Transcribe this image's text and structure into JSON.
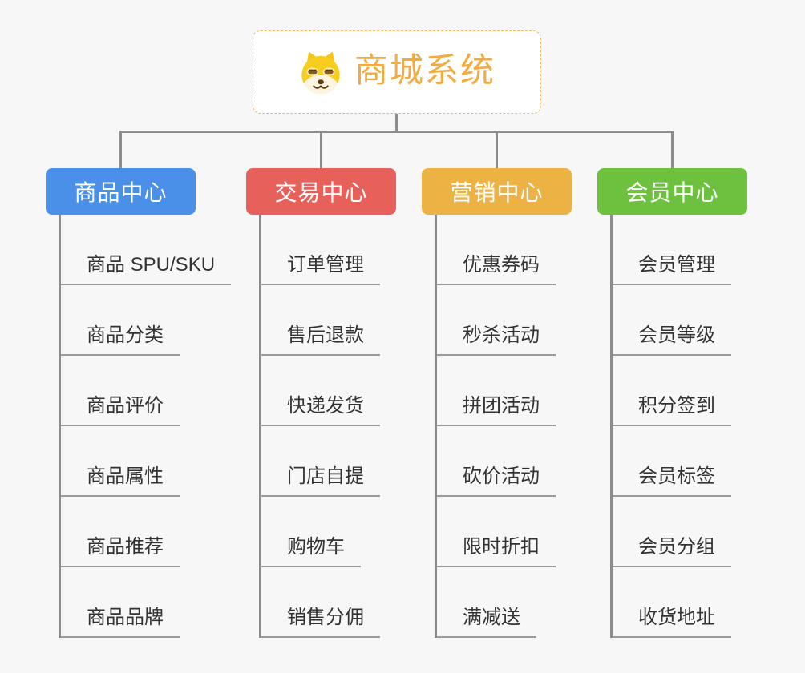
{
  "root": {
    "title": "商城系统",
    "icon": "dog-face-icon"
  },
  "branches": [
    {
      "label": "商品中心",
      "color": "#4a8fe8",
      "items": [
        "商品 SPU/SKU",
        "商品分类",
        "商品评价",
        "商品属性",
        "商品推荐",
        "商品品牌"
      ]
    },
    {
      "label": "交易中心",
      "color": "#e8605a",
      "items": [
        "订单管理",
        "售后退款",
        "快递发货",
        "门店自提",
        "购物车",
        "销售分佣"
      ]
    },
    {
      "label": "营销中心",
      "color": "#ecb244",
      "items": [
        "优惠券码",
        "秒杀活动",
        "拼团活动",
        "砍价活动",
        "限时折扣",
        "满减送"
      ]
    },
    {
      "label": "会员中心",
      "color": "#6ec13e",
      "items": [
        "会员管理",
        "会员等级",
        "积分签到",
        "会员标签",
        "会员分组",
        "收货地址"
      ]
    }
  ],
  "colors": {
    "background": "#f7f7f7",
    "root_border": "#f3b75f",
    "root_title": "#f2ab3e",
    "connector": "#8c8c8c",
    "underline": "#9a9a9a",
    "item_text": "#333333"
  }
}
